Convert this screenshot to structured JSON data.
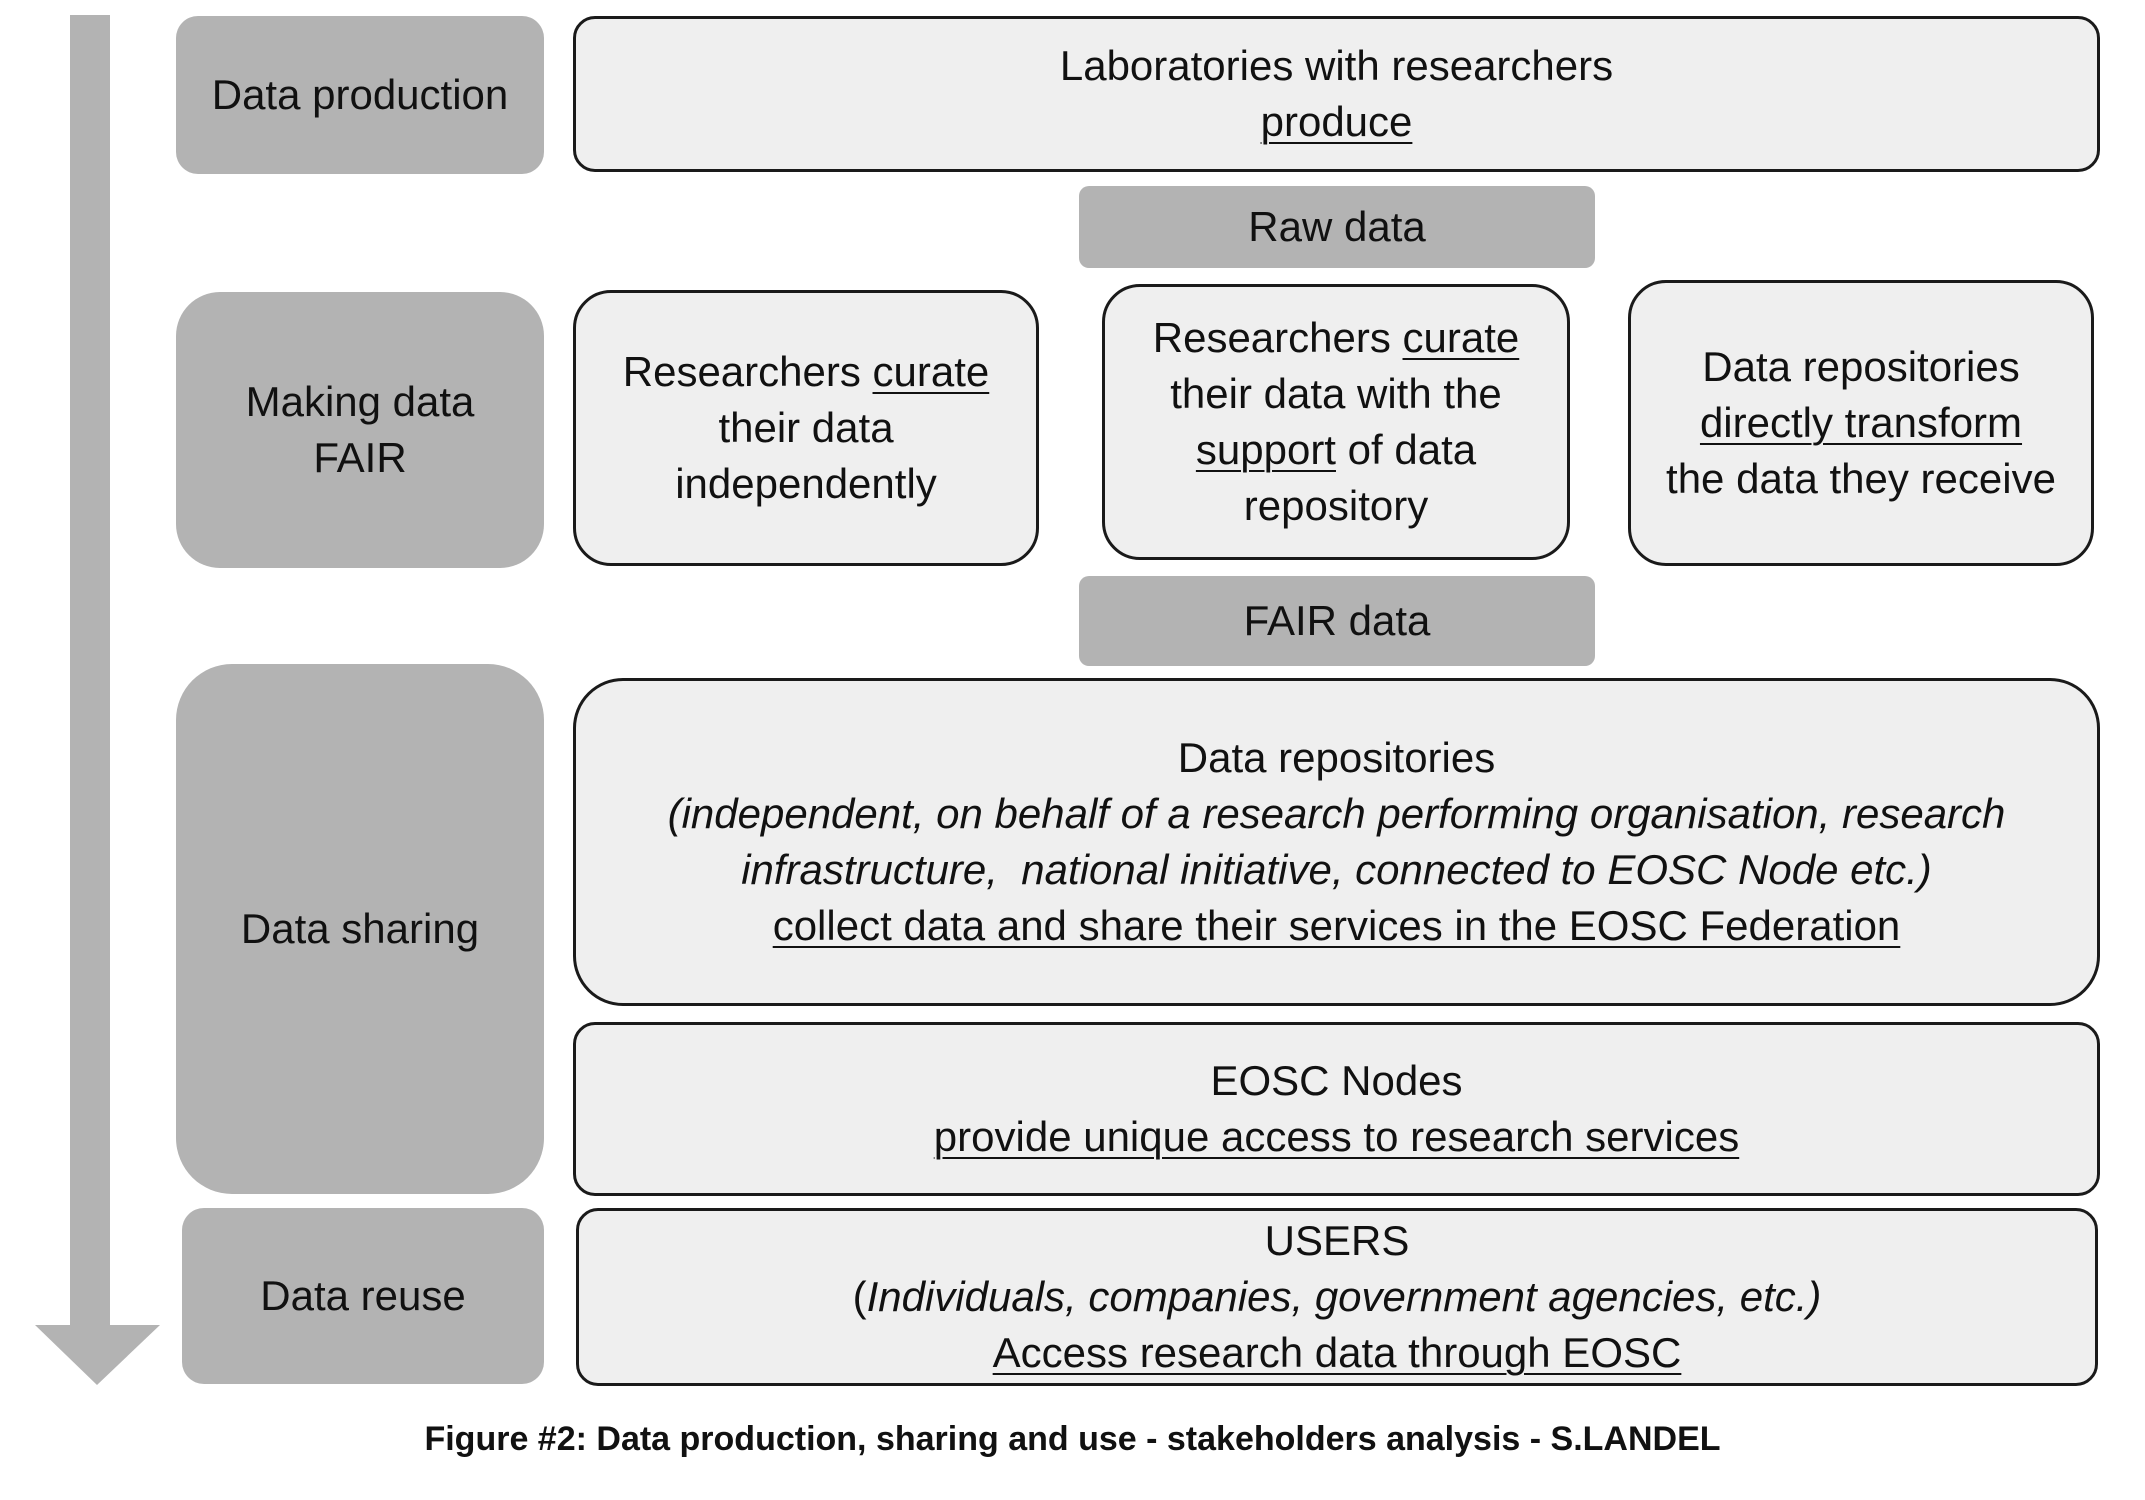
{
  "colors": {
    "stage_fill": "#b3b3b3",
    "box_fill": "#efefef",
    "box_border": "#1a1a1a",
    "arrow": "#b3b3b3"
  },
  "stages": {
    "production": "Data production",
    "fair": [
      "Making data",
      "FAIR"
    ],
    "sharing": "Data sharing",
    "reuse": "Data reuse"
  },
  "boxes": {
    "laboratories": {
      "line1": "Laboratories with researchers",
      "line2": "produce"
    },
    "curate_independent": {
      "line1_a": "Researchers ",
      "line1_b": "curate",
      "line2": "their data",
      "line3": "independently"
    },
    "curate_supported": {
      "line1_a": "Researchers ",
      "line1_b": "curate",
      "line2": "their data with the",
      "line3_a": "support",
      "line3_b": " of data",
      "line4": "repository"
    },
    "repos_transform": {
      "line1": "Data repositories",
      "line2": "directly transform",
      "line3": "the data they receive"
    },
    "repositories": {
      "line1": "Data repositories",
      "line2": "(independent, on behalf of a research performing organisation, research",
      "line3": "infrastructure,  national initiative, connected to EOSC Node etc.)",
      "line4": "collect data and share their services in the EOSC Federation"
    },
    "eosc_nodes": {
      "line1": "EOSC Nodes",
      "line2": "provide unique access to research services"
    },
    "users": {
      "line1": "USERS",
      "line2_a": "(",
      "line2_b": "Individuals, companies, government agencies, etc.)",
      "line3": "Access research data through EOSC"
    }
  },
  "pills": {
    "raw": "Raw data",
    "fair": "FAIR data"
  },
  "caption": "Figure #2: Data production, sharing and use - stakeholders analysis - S.LANDEL"
}
